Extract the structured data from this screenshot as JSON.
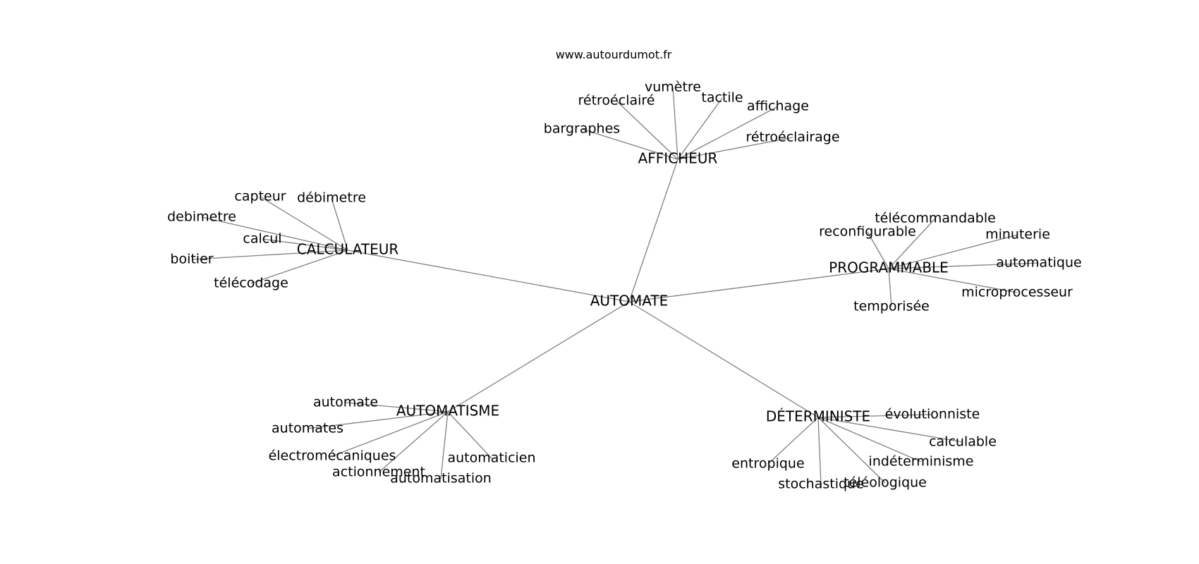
{
  "source": "www.autourdumot.fr",
  "graph": {
    "root": "AUTOMATE",
    "hubs": [
      {
        "id": "afficheur",
        "label": "AFFICHEUR",
        "leaves": [
          "bargraphes",
          "rétroéclairé",
          "vumètre",
          "tactile",
          "affichage",
          "rétroéclairage"
        ]
      },
      {
        "id": "calculateur",
        "label": "CALCULATEUR",
        "leaves": [
          "capteur",
          "débimetre",
          "debimetre",
          "calcul",
          "boitier",
          "télécodage"
        ]
      },
      {
        "id": "programmable",
        "label": "PROGRAMMABLE",
        "leaves": [
          "reconfigurable",
          "télécommandable",
          "minuterie",
          "automatique",
          "microprocesseur",
          "temporisée"
        ]
      },
      {
        "id": "automatisme",
        "label": "AUTOMATISME",
        "leaves": [
          "automate",
          "automates",
          "électromécaniques",
          "actionnement",
          "automatisation",
          "automaticien"
        ]
      },
      {
        "id": "deterministe",
        "label": "DÉTERMINISTE",
        "leaves": [
          "évolutionniste",
          "calculable",
          "indéterminisme",
          "téléologique",
          "stochastique",
          "entropique"
        ]
      }
    ]
  }
}
